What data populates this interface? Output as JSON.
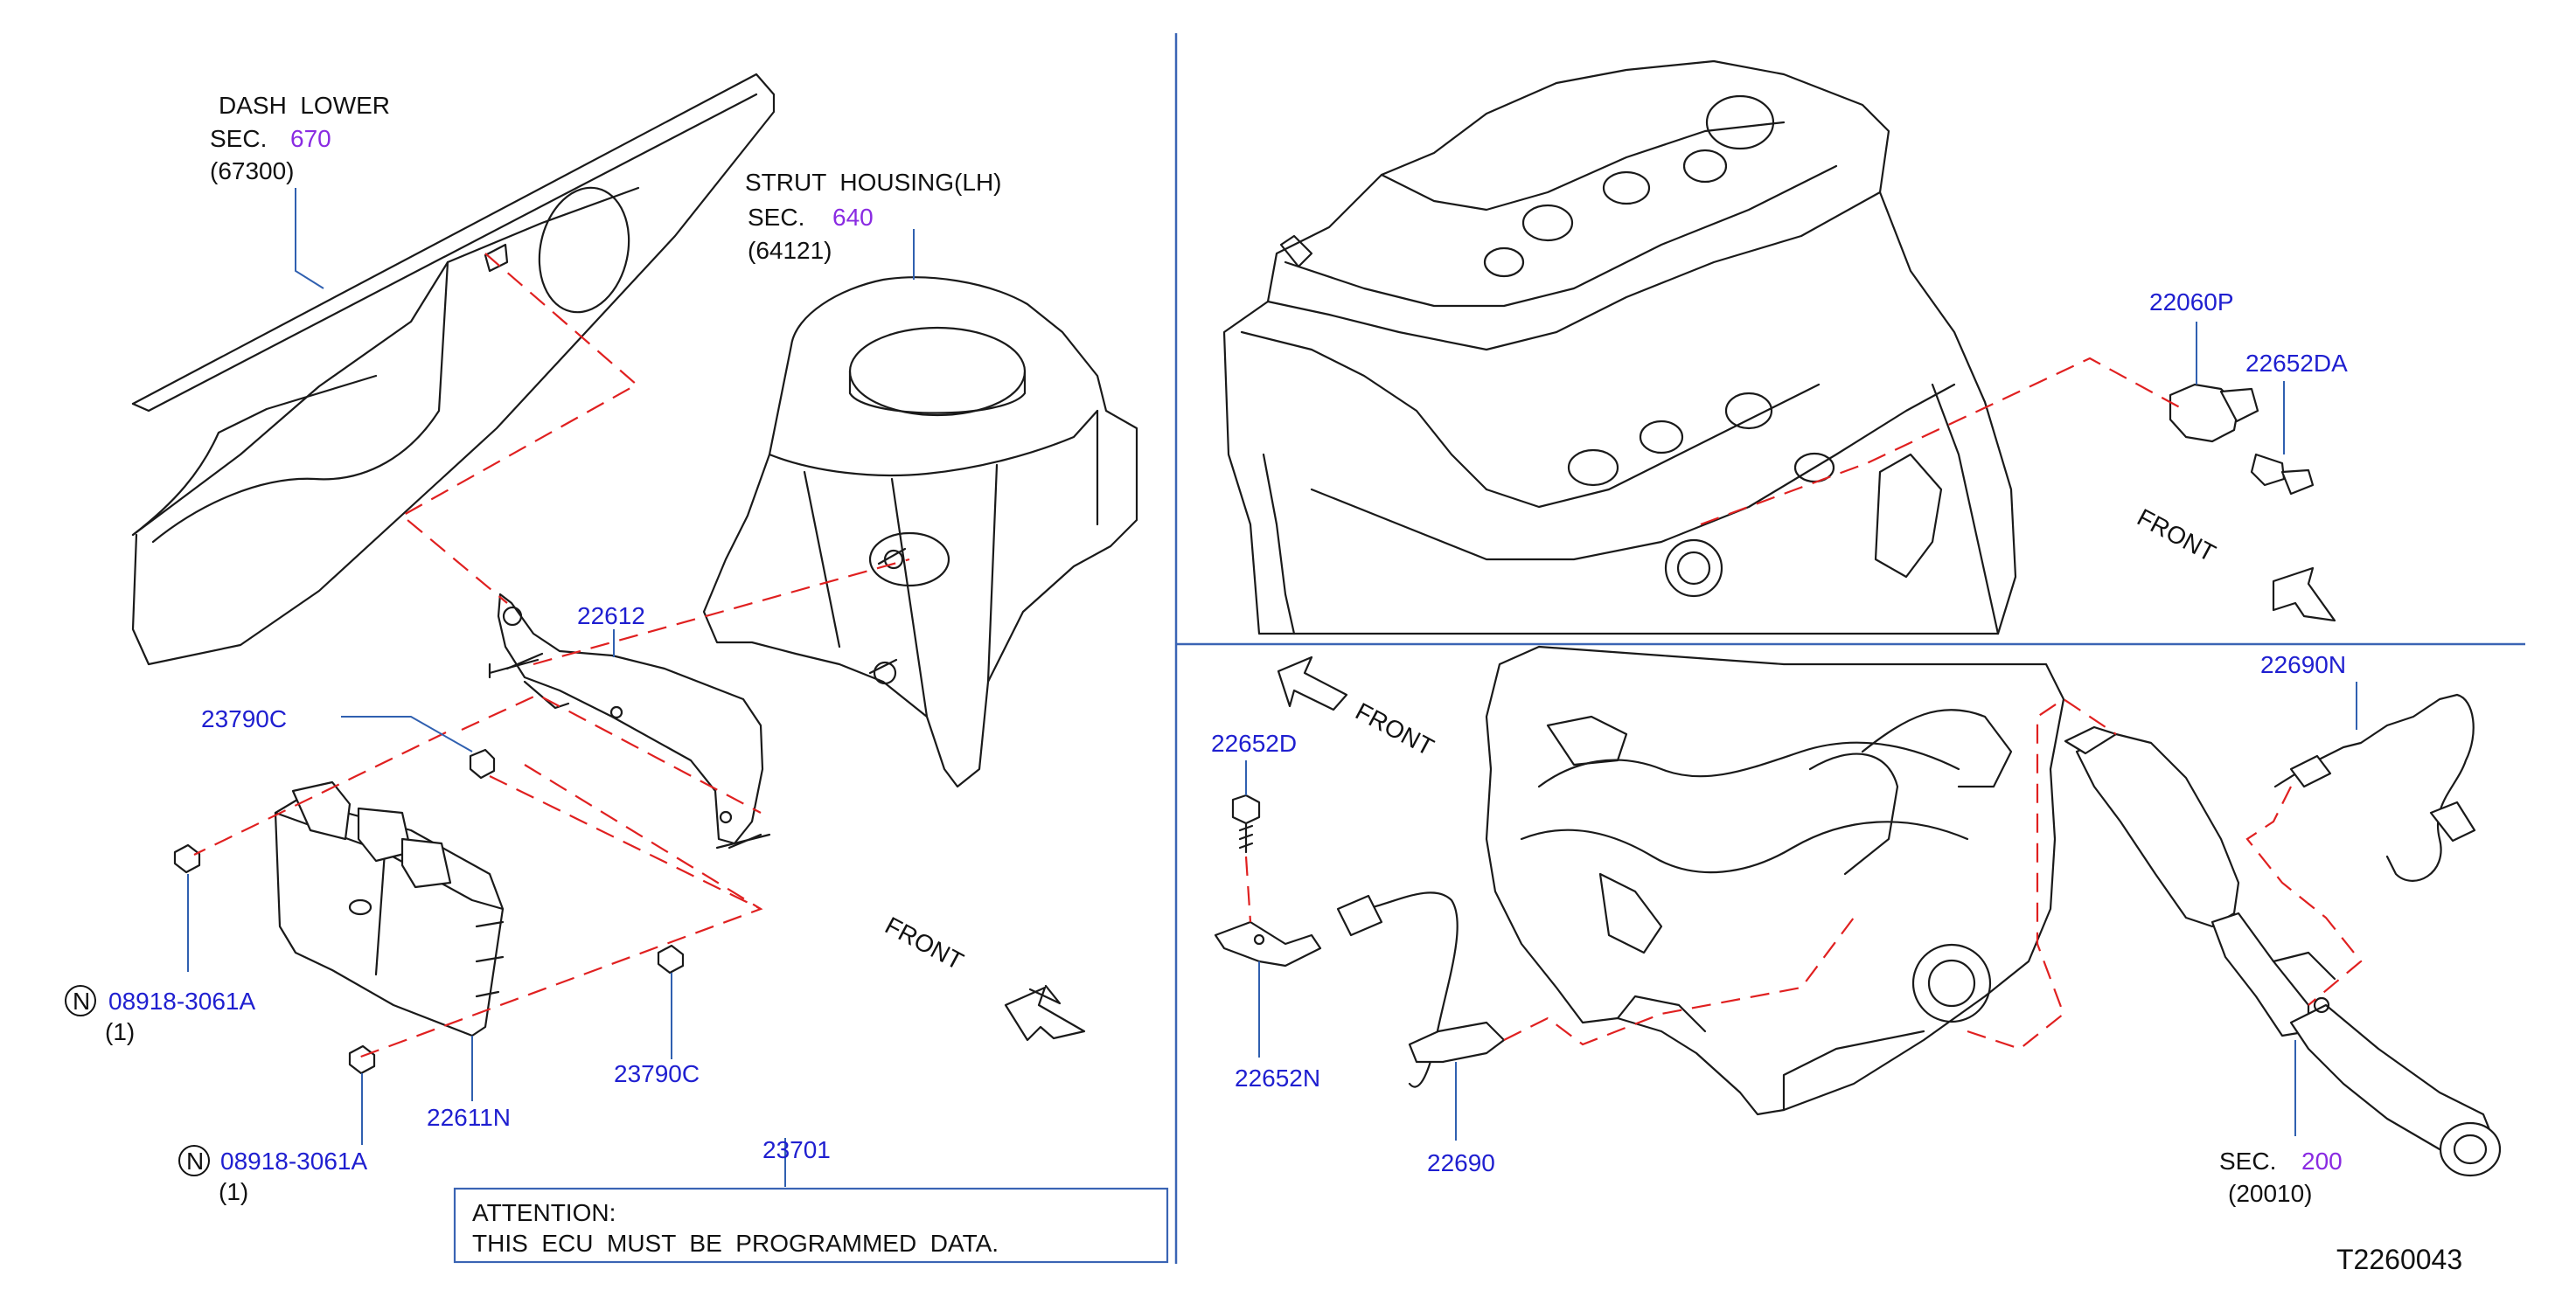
{
  "colors": {
    "part_number": "#1f1fd0",
    "section_number": "#8a2be2",
    "dash_line": "#e02020",
    "leader_line": "#3060b0",
    "divider": "#3a64b4",
    "outline": "#1a1a1a"
  },
  "left_panel": {
    "dash_lower": {
      "name": "DASH  LOWER",
      "sec_prefix": "SEC.",
      "sec_number": "670",
      "code": "(67300)"
    },
    "strut_housing": {
      "name": "STRUT  HOUSING(LH)",
      "sec_prefix": "SEC.",
      "sec_number": "640",
      "code": "(64121)"
    },
    "parts": {
      "bracket": "22612",
      "nut_upper": "23790C",
      "nut_lower": "23790C",
      "ecu": "22611N",
      "bolt_a": "08918-3061A",
      "bolt_a_qty": "(1)",
      "bolt_b": "08918-3061A",
      "bolt_b_qty": "(1)",
      "label_part": "23701",
      "n_symbol": "N"
    },
    "front": "FRONT",
    "attention": {
      "heading": "ATTENTION:",
      "body": "THIS  ECU  MUST  BE  PROGRAMMED  DATA."
    }
  },
  "right_top_panel": {
    "parts": {
      "knock_sensor": "22060P",
      "knock_bolt": "22652DA"
    },
    "front": "FRONT"
  },
  "right_bottom_panel": {
    "parts": {
      "bolt": "22652D",
      "bracket": "22652N",
      "sensor_front": "22690",
      "sensor_rear": "22690N",
      "catalyst_sec_prefix": "SEC.",
      "catalyst_sec_number": "200",
      "catalyst_code": "(20010)"
    },
    "front": "FRONT"
  },
  "figure_id": "T2260043"
}
